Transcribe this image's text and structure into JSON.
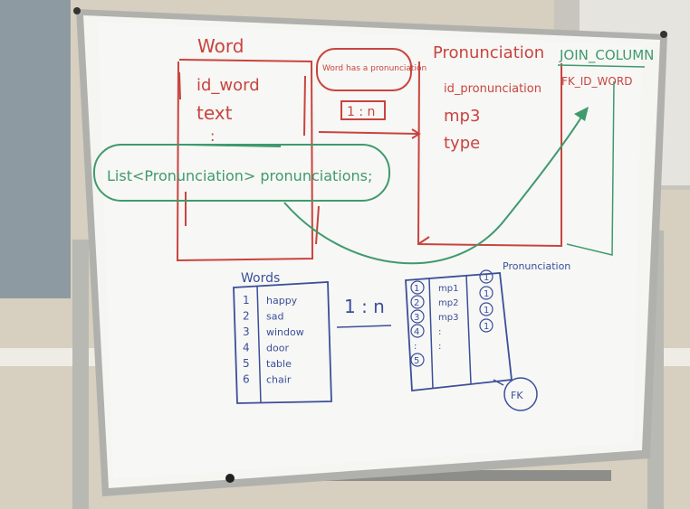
{
  "palette": {
    "wall": "#d9d2c4",
    "board": "#f4f4f2",
    "frame": "#a9aaa6",
    "red": "#c8443f",
    "green": "#3f9a6d",
    "blue": "#3b4f9a"
  },
  "board": {
    "word_table": {
      "title": "Word",
      "fields": [
        "id_word",
        "text",
        ":"
      ]
    },
    "relation": {
      "bubble": "Word has a pronunciation",
      "cardinality": "1 : n"
    },
    "pronunciation_table": {
      "title": "Pronunciation",
      "fields": [
        "id_pronunciation",
        "mp3",
        "type"
      ]
    },
    "join_column": {
      "title": "JOIN_COLUMN",
      "field": "FK_ID_WORD"
    },
    "list_declaration": "List<Pronunciation> pronunciations;",
    "words_sketch": {
      "title": "Words",
      "ids": [
        "1",
        "2",
        "3",
        "4",
        "5",
        "6"
      ],
      "words": [
        "happy",
        "sad",
        "window",
        "door",
        "table",
        "chair"
      ]
    },
    "middle_cardinality": "1 : n",
    "pronunciation_sketch": {
      "title": "Pronunciation",
      "ids": [
        "1",
        "2",
        "3",
        "4",
        ":",
        "5"
      ],
      "files": [
        "mp1",
        "mp2",
        "mp3",
        ":",
        ":"
      ],
      "fks": [
        "1",
        "1",
        "1",
        "1"
      ],
      "fk_label": "FK"
    }
  }
}
